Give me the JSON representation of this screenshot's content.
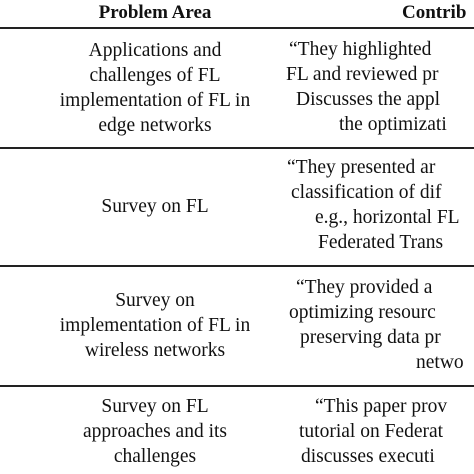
{
  "table": {
    "headers": {
      "problem_area": "Problem Area",
      "contribution": "Contrib"
    },
    "rows": [
      {
        "problem_area": [
          "Applications and",
          "challenges of FL",
          "implementation of FL in",
          "edge networks"
        ],
        "contribution": [
          "“They highlighted",
          "FL and reviewed pr",
          "Discusses the appl",
          "the optimizati"
        ]
      },
      {
        "problem_area": [
          "Survey on FL"
        ],
        "contribution": [
          "“They presented ar",
          "classification of dif",
          "e.g., horizontal FL",
          "Federated Trans"
        ]
      },
      {
        "problem_area": [
          "Survey on",
          "implementation of FL in",
          "wireless networks"
        ],
        "contribution": [
          "“They provided a",
          "optimizing resourc",
          "preserving data pr",
          "netwo"
        ]
      },
      {
        "problem_area": [
          "Survey on FL",
          "approaches and its",
          "challenges"
        ],
        "contribution": [
          "“This paper prov",
          "tutorial on Federat",
          "discusses executi"
        ]
      }
    ]
  }
}
